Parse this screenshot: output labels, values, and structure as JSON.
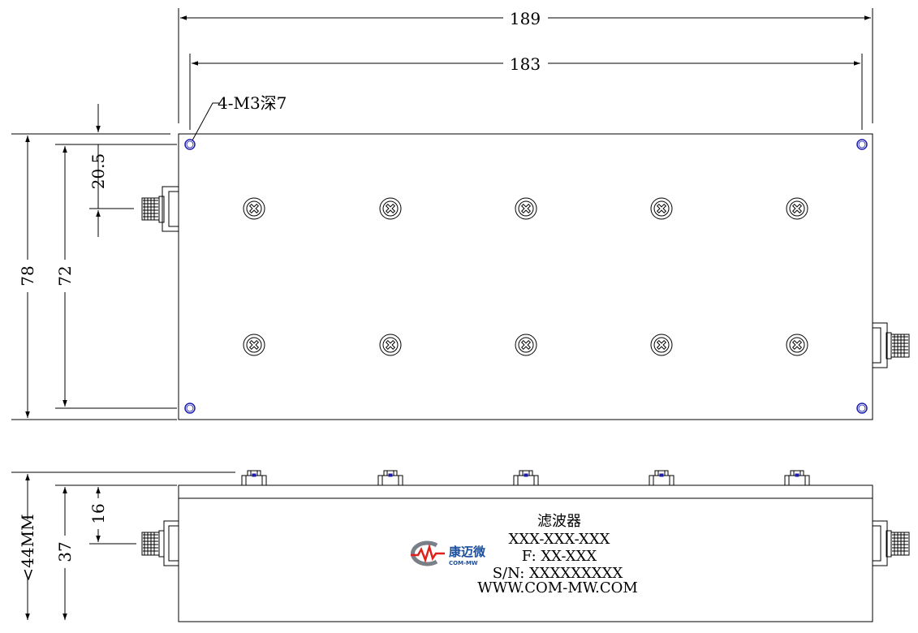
{
  "dimensions": {
    "overall_length": "189",
    "hole_spacing_length": "183",
    "overall_width": "78",
    "hole_spacing_width": "72",
    "connector_offset": "20.5",
    "height_max": "<44MM",
    "body_height": "37",
    "connector_height": "16"
  },
  "callouts": {
    "mounting_holes": "4-M3深7"
  },
  "label": {
    "product": "滤波器",
    "model": "XXX-XXX-XXX",
    "frequency": "F: XX-XXX",
    "serial": "S/N: XXXXXXXXX",
    "website": "WWW.COM-MW.COM"
  },
  "logo": {
    "name": "康迈微",
    "sub": "COM-MW",
    "colors": {
      "ring": "#7a8088",
      "wave": "#e0201a",
      "text": "#1a4fa0"
    }
  },
  "colors": {
    "line": "#000000",
    "hole": "#1c1cb0"
  }
}
